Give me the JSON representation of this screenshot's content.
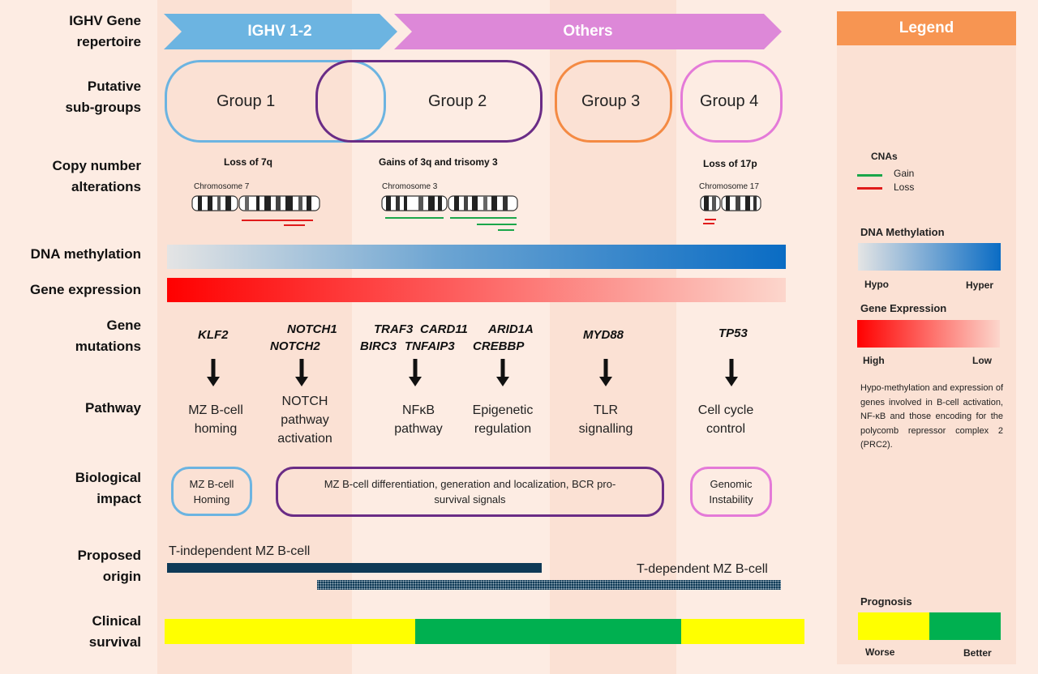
{
  "row_labels": {
    "ighv": [
      "IGHV Gene",
      "repertoire"
    ],
    "subgroups": [
      "Putative",
      "sub-groups"
    ],
    "cna": [
      "Copy number",
      "alterations"
    ],
    "methylation": "DNA methylation",
    "expression": "Gene expression",
    "mutations": [
      "Gene",
      "mutations"
    ],
    "pathway": "Pathway",
    "impact": [
      "Biological",
      "impact"
    ],
    "origin": [
      "Proposed",
      "origin"
    ],
    "survival": [
      "Clinical",
      "survival"
    ]
  },
  "ighv": {
    "left": "IGHV 1-2",
    "right": "Others"
  },
  "groups": [
    "Group 1",
    "Group 2",
    "Group 3",
    "Group 4"
  ],
  "cna": {
    "group1": {
      "title": "Loss of 7q",
      "chromosome": "Chromosome 7"
    },
    "group2": {
      "title": "Gains of 3q and trisomy 3",
      "chromosome": "Chromosome 3"
    },
    "group4": {
      "title": "Loss of 17p",
      "chromosome": "Chromosome 17"
    }
  },
  "mutations": {
    "klf2": "KLF2",
    "notch": [
      "NOTCH1",
      "NOTCH2"
    ],
    "nfkb_a": [
      "TRAF3",
      "CARD11"
    ],
    "nfkb_b": [
      "BIRC3",
      "TNFAIP3"
    ],
    "epi": [
      "ARID1A",
      "CREBBP"
    ],
    "myd88": "MYD88",
    "tp53": "TP53"
  },
  "pathways": {
    "homing": [
      "MZ B-cell",
      "homing"
    ],
    "notch": [
      "NOTCH",
      "pathway",
      "activation"
    ],
    "nfkb": [
      "NFκB",
      "pathway"
    ],
    "epigenetic": [
      "Epigenetic",
      "regulation"
    ],
    "tlr": [
      "TLR",
      "signalling"
    ],
    "cellcycle": [
      "Cell cycle",
      "control"
    ]
  },
  "impact": {
    "homing": [
      "MZ B-cell",
      "Homing"
    ],
    "differentiation": [
      "MZ B-cell differentiation, generation and localization, BCR pro-",
      "survival signals"
    ],
    "genomic": [
      "Genomic",
      "Instability"
    ]
  },
  "origin": {
    "t_independent": "T-independent MZ B-cell",
    "t_dependent": "T-dependent MZ B-cell"
  },
  "legend": {
    "title": "Legend",
    "cnas_title": "CNAs",
    "gain": "Gain",
    "loss": "Loss",
    "methylation_title": "DNA Methylation",
    "hypo": "Hypo",
    "hyper": "Hyper",
    "expression_title": "Gene Expression",
    "high": "High",
    "low": "Low",
    "note": "Hypo-methylation and expression of genes involved in B-cell activation, NF-κB and those encoding for the polycomb repressor complex 2 (PRC2).",
    "prognosis_title": "Prognosis",
    "worse": "Worse",
    "better": "Better"
  },
  "colors": {
    "ighv12": "#6cb4e1",
    "others": "#dd88d8",
    "group1": "#6cb4e1",
    "group2": "#6a2c86",
    "group3": "#f48a43",
    "group4": "#e47ad8",
    "gain": "#1aa64a",
    "loss": "#e01b1b",
    "methyl_hypo": "#e4e4e4",
    "methyl_hyper": "#0a6cc4",
    "expr_high": "#ff0000",
    "expr_low": "#fcd6cc",
    "origin_bar": "#0f3a57",
    "worse": "#ffff00",
    "better": "#00b050",
    "legend_header": "#f79552"
  }
}
